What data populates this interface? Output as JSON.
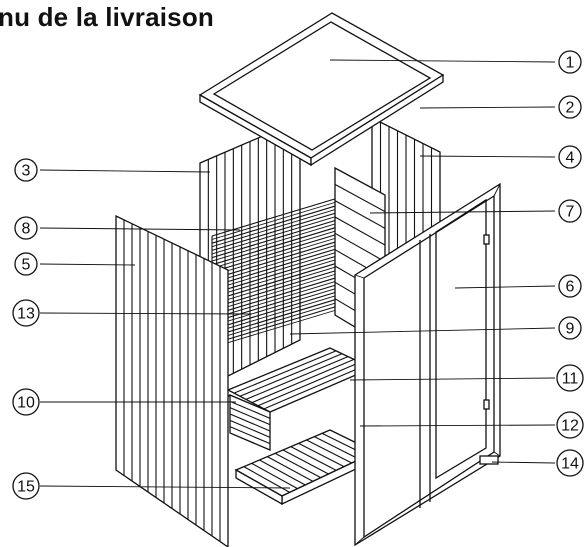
{
  "title": "nu de la livraison",
  "callouts": [
    {
      "id": "c1",
      "label": "1"
    },
    {
      "id": "c2",
      "label": "2"
    },
    {
      "id": "c3",
      "label": "3"
    },
    {
      "id": "c4",
      "label": "4"
    },
    {
      "id": "c5",
      "label": "5"
    },
    {
      "id": "c6",
      "label": "6"
    },
    {
      "id": "c7",
      "label": "7"
    },
    {
      "id": "c8",
      "label": "8"
    },
    {
      "id": "c9",
      "label": "9"
    },
    {
      "id": "c10",
      "label": "10"
    },
    {
      "id": "c11",
      "label": "11"
    },
    {
      "id": "c12",
      "label": "12"
    },
    {
      "id": "c13",
      "label": "13"
    },
    {
      "id": "c14",
      "label": "14"
    },
    {
      "id": "c15",
      "label": "15"
    }
  ]
}
